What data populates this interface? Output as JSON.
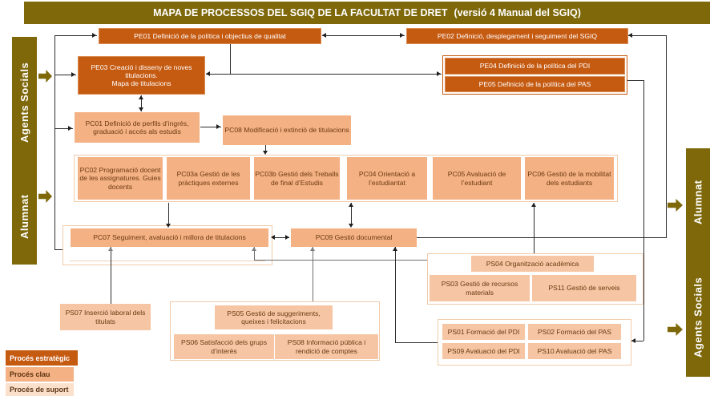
{
  "title": {
    "main": "MAPA DE PROCESSOS DEL SGIQ DE LA FACULTAT DE DRET",
    "version": "(versió 4 Manual del SGIQ)"
  },
  "sidebars": {
    "left_top": "Agents Socials",
    "left_bottom": "Alumnat",
    "right_top": "Alumnat",
    "right_bottom": "Agents Socials"
  },
  "processes": {
    "pe01": "PE01 Definició de la política i objectius de qualitat",
    "pe02": "PE02 Definició, desplegament i seguiment del SGIQ",
    "pe03": "PE03 Creació i disseny de noves titulacions.\nMapa de titulacions",
    "pe04": "PE04 Definició de la política del PDI",
    "pe05": "PE05 Definició de la política del PAS",
    "pc01": "PC01 Definició de perfils d’ingrés, graduació i accés als estudis",
    "pc08": "PC08 Modificació i extinció de titulacions",
    "pc02": "PC02 Programació docent de les assignatures. Guies docents",
    "pc03a": "PC03a Gestió de les pràctiques externes",
    "pc03b": "PC03b Gestió dels Treballs de final d’Estudis",
    "pc04": "PC04 Orientació a l’estudiantat",
    "pc05": "PC05 Avaluació de l’estudiant",
    "pc06": "PC06 Gestió de la mobilitat dels estudiants",
    "pc07": "PC07 Seguiment, avaluació i millora de titulacions",
    "pc09": "PC09 Gestió documental",
    "ps04": "PS04 Organització acadèmica",
    "ps03": "PS03 Gestió de recursos materials",
    "ps11": "PS11 Gestió de serveis",
    "ps07": "PS07 Inserció laboral dels titulats",
    "ps05": "PS05 Gestió de suggeriments, queixes i felicitacions",
    "ps06": "PS06 Satisfacció dels grups d’interès",
    "ps08": "PS08 Informació pública i rendició de comptes",
    "ps01": "PS01 Formació del PDI",
    "ps02": "PS02 Formació del PAS",
    "ps09": "PS09 Avaluació del PDI",
    "ps10": "PS10 Avaluació del PAS"
  },
  "legend": {
    "estrategic": "Procés estratègic",
    "clau": "Procés clau",
    "suport": "Procés de suport"
  },
  "colors": {
    "olive": "#7E680A",
    "strategic_process": "#C55A11",
    "key_process": "#F4B183",
    "support_process": "#F6C5A3",
    "support_legend": "#FBE0CC",
    "connector": "#2b2b2b"
  }
}
